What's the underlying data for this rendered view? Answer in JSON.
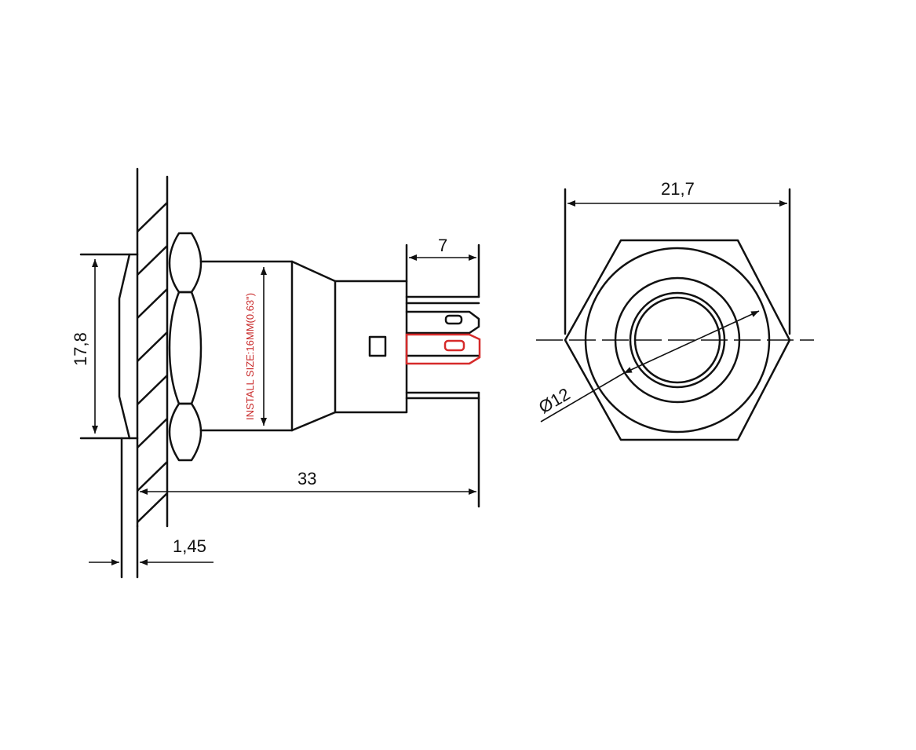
{
  "dimensions": {
    "height_label": "17,8",
    "panel_thickness_label": "1,45",
    "total_length_label": "33",
    "terminal_length_label": "7",
    "hex_width_label": "21,7",
    "ring_diameter_label": "Ø12"
  },
  "install_note": "INSTALL SIZE:16MM(0.63\")",
  "colors": {
    "line": "#111111",
    "highlight": "#d62a2a"
  }
}
